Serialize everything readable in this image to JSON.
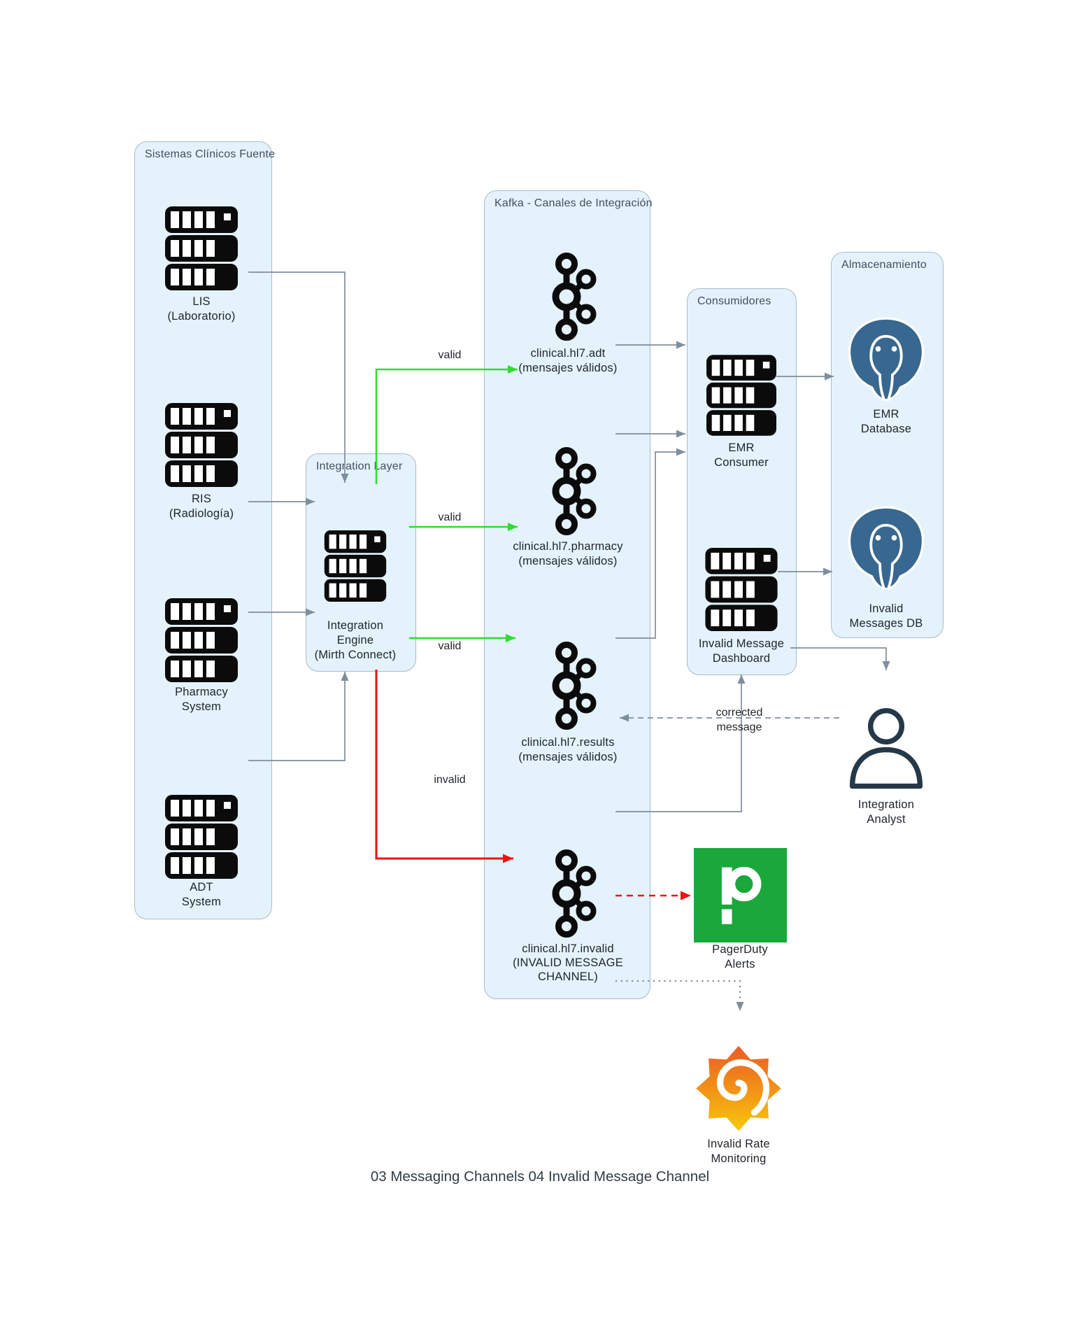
{
  "diagram_title": "03 Messaging Channels 04 Invalid Message Channel",
  "colors": {
    "container_fill": "#e4f2fc",
    "container_border": "#a7bcca",
    "edge": "#7f8e9d",
    "valid_edge": "#2edd2e",
    "invalid_edge": "#ee1414",
    "icon_black": "#0b0b0b",
    "postgres_blue": "#38678f",
    "person_navy": "#253849",
    "pagerduty_green": "#1aa73c",
    "grafana_top": "#ec5b24",
    "grafana_bottom": "#f7c70a",
    "text": "#20262c"
  },
  "containers": {
    "sources": {
      "label": "Sistemas Clínicos Fuente"
    },
    "integration": {
      "label": "Integration Layer"
    },
    "kafka": {
      "label": "Kafka - Canales de Integración"
    },
    "consumers": {
      "label": "Consumidores"
    },
    "storage": {
      "label": "Almacenamiento"
    }
  },
  "nodes": {
    "lis": {
      "icon": "server-icon",
      "label1": "LIS",
      "label2": "(Laboratorio)"
    },
    "ris": {
      "icon": "server-icon",
      "label1": "RIS",
      "label2": "(Radiología)"
    },
    "pharmacy": {
      "icon": "server-icon",
      "label1": "Pharmacy",
      "label2": "System"
    },
    "adt": {
      "icon": "server-icon",
      "label1": "ADT",
      "label2": "System"
    },
    "engine": {
      "icon": "server-icon",
      "label1": "Integration",
      "label2": "Engine",
      "label3": "(Mirth Connect)"
    },
    "topic_adt": {
      "icon": "kafka-icon",
      "label1": "clinical.hl7.adt",
      "label2": "(mensajes válidos)"
    },
    "topic_pharmacy": {
      "icon": "kafka-icon",
      "label1": "clinical.hl7.pharmacy",
      "label2": "(mensajes válidos)"
    },
    "topic_results": {
      "icon": "kafka-icon",
      "label1": "clinical.hl7.results",
      "label2": "(mensajes válidos)"
    },
    "topic_invalid": {
      "icon": "kafka-icon",
      "label1": "clinical.hl7.invalid",
      "label2": "(INVALID MESSAGE",
      "label3": "CHANNEL)"
    },
    "emr_consumer": {
      "icon": "server-icon",
      "label1": "EMR",
      "label2": "Consumer"
    },
    "dashboard": {
      "icon": "server-icon",
      "label1": "Invalid Message",
      "label2": "Dashboard"
    },
    "emr_db": {
      "icon": "postgresql-icon",
      "label1": "EMR",
      "label2": "Database"
    },
    "invalid_db": {
      "icon": "postgresql-icon",
      "label1": "Invalid",
      "label2": "Messages DB"
    },
    "analyst": {
      "icon": "person-icon",
      "label1": "Integration",
      "label2": "Analyst"
    },
    "pagerduty": {
      "icon": "pagerduty-icon",
      "label1": "PagerDuty",
      "label2": "Alerts"
    },
    "grafana": {
      "icon": "grafana-icon",
      "label1": "Invalid Rate",
      "label2": "Monitoring"
    }
  },
  "edge_labels": {
    "valid1": "valid",
    "valid2": "valid",
    "valid3": "valid",
    "invalid": "invalid",
    "corrected_line1": "corrected",
    "corrected_line2": "message"
  }
}
